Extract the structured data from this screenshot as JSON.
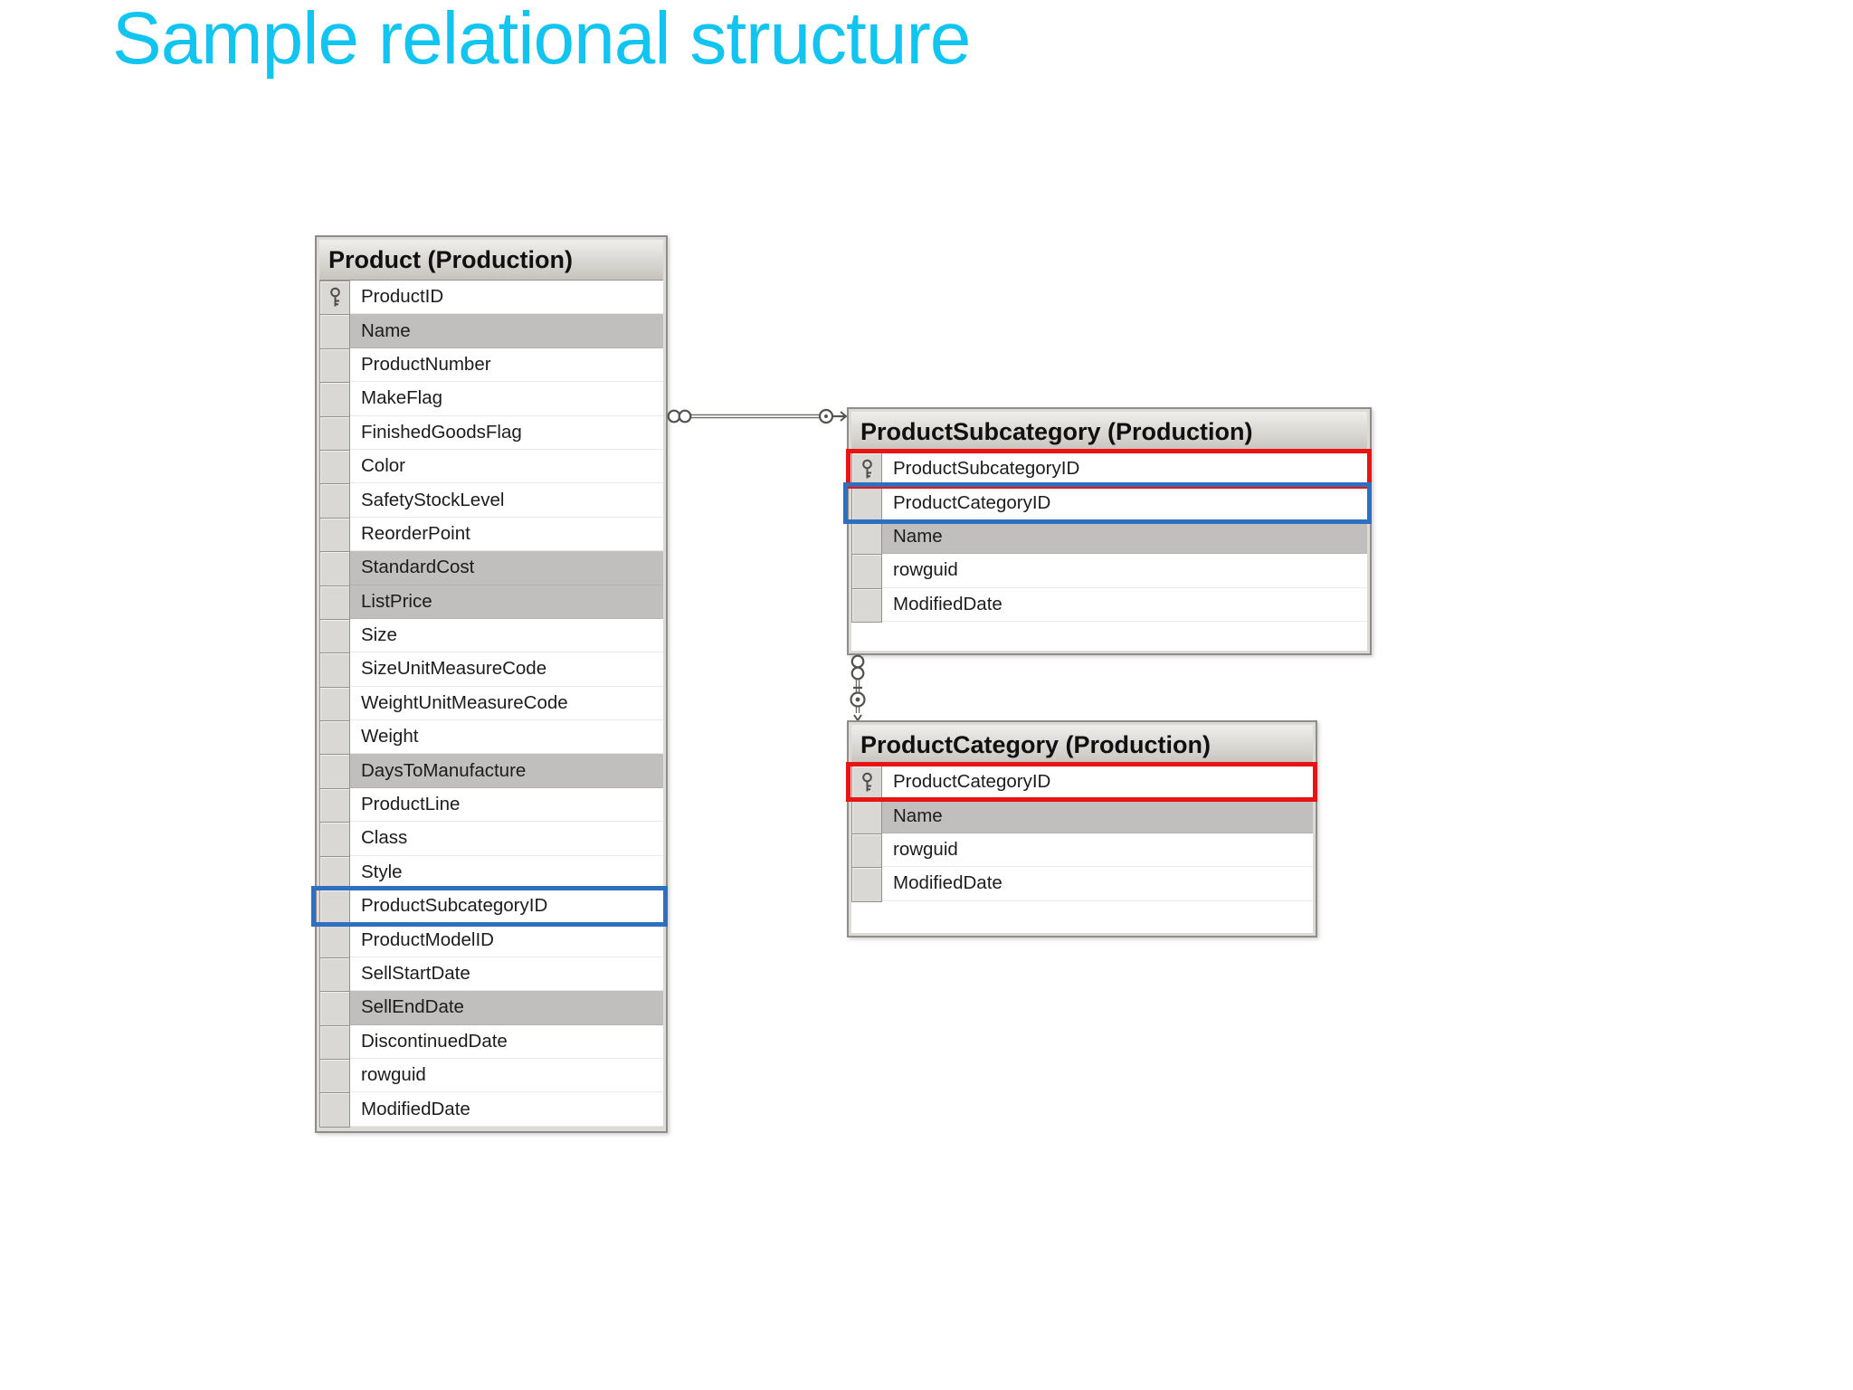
{
  "slide": {
    "title": "Sample relational structure"
  },
  "colors": {
    "title_accent": "#12c4f0",
    "highlight_red": "#e81414",
    "highlight_blue": "#2e6fc0",
    "row_highlight_gray": "#c1bfbd",
    "table_frame_gray": "#8f8d89"
  },
  "tables": {
    "product": {
      "title": "Product (Production)",
      "columns": [
        {
          "name": "ProductID",
          "key": true
        },
        {
          "name": "Name",
          "gray": true
        },
        {
          "name": "ProductNumber"
        },
        {
          "name": "MakeFlag"
        },
        {
          "name": "FinishedGoodsFlag"
        },
        {
          "name": "Color"
        },
        {
          "name": "SafetyStockLevel"
        },
        {
          "name": "ReorderPoint"
        },
        {
          "name": "StandardCost",
          "gray": true
        },
        {
          "name": "ListPrice",
          "gray": true
        },
        {
          "name": "Size"
        },
        {
          "name": "SizeUnitMeasureCode"
        },
        {
          "name": "WeightUnitMeasureCode"
        },
        {
          "name": "Weight"
        },
        {
          "name": "DaysToManufacture",
          "gray": true
        },
        {
          "name": "ProductLine"
        },
        {
          "name": "Class"
        },
        {
          "name": "Style"
        },
        {
          "name": "ProductSubcategoryID",
          "box": "blue"
        },
        {
          "name": "ProductModelID"
        },
        {
          "name": "SellStartDate"
        },
        {
          "name": "SellEndDate",
          "gray": true
        },
        {
          "name": "DiscontinuedDate"
        },
        {
          "name": "rowguid"
        },
        {
          "name": "ModifiedDate"
        }
      ]
    },
    "subcategory": {
      "title": "ProductSubcategory (Production)",
      "columns": [
        {
          "name": "ProductSubcategoryID",
          "key": true,
          "box": "red"
        },
        {
          "name": "ProductCategoryID",
          "box": "blue"
        },
        {
          "name": "Name",
          "gray": true
        },
        {
          "name": "rowguid"
        },
        {
          "name": "ModifiedDate"
        }
      ]
    },
    "category": {
      "title": "ProductCategory (Production)",
      "columns": [
        {
          "name": "ProductCategoryID",
          "key": true,
          "box": "red"
        },
        {
          "name": "Name",
          "gray": true
        },
        {
          "name": "rowguid"
        },
        {
          "name": "ModifiedDate"
        }
      ]
    }
  },
  "relationships": [
    {
      "id": "product-to-subcategory",
      "many_side": "Product (Production)",
      "one_side": "ProductSubcategory (Production)",
      "many_end_symbol": "infinity",
      "one_end_symbol": "key"
    },
    {
      "id": "subcategory-to-category",
      "many_side": "ProductSubcategory (Production)",
      "one_side": "ProductCategory (Production)",
      "many_end_symbol": "infinity",
      "one_end_symbol": "key"
    }
  ]
}
